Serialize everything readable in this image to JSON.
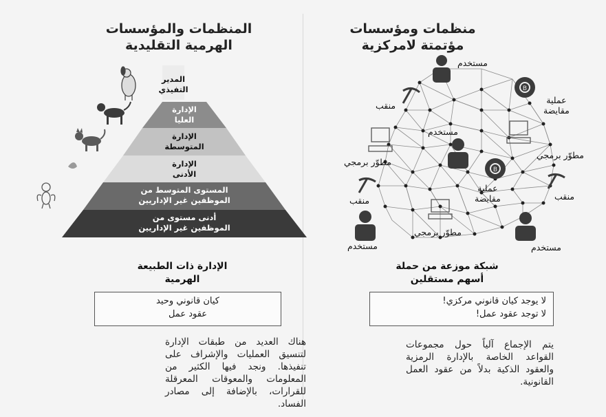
{
  "left": {
    "title": [
      "المنظمات والمؤسسات",
      "الهرمية التقليدية"
    ],
    "pyramid_levels": [
      {
        "label": [
          "المدير",
          "التفيذي"
        ]
      },
      {
        "label": [
          "الإدارة",
          "العليا"
        ]
      },
      {
        "label": [
          "الإدارة",
          "المتوسطة"
        ]
      },
      {
        "label": [
          "الإدارة",
          "الأدنى"
        ]
      },
      {
        "label": [
          "المستوى المتوسط من",
          "الموظفين غير الإداريين"
        ]
      },
      {
        "label": [
          "أدنى مستوى من",
          "الموظفين غير الإداريين"
        ]
      }
    ],
    "caption": [
      "الإدارة ذات الطبيعة",
      "الهرمية"
    ],
    "box": [
      "كيان قانوني وحيد",
      "عقود عمل"
    ],
    "paragraph": "هناك العديد من طبقات الإدارة لتنسيق العمليات والإشراف على تنفيذها. ونجد فيها الكثير من المعلومات والمعوقات المعرقلة للقرارات، بالإضافة إلى مصادر الفساد."
  },
  "right": {
    "title": [
      "منظمات ومؤسسات",
      "مؤتمتة لامركزية"
    ],
    "network_labels": {
      "user": "مستخدم",
      "miner": "منقب",
      "exchange": [
        "عملية",
        "مقايضة"
      ],
      "developer": "مطوّر برمجي"
    },
    "caption": [
      "شبكة موزعة من حملة",
      "أسهم مستقلين"
    ],
    "box": [
      "لا يوجد كيان قانوني مركزي!",
      "لا توجد عقود عمل!"
    ],
    "paragraph": "يتم الإجماع آلياً حول مجموعات القواعد الخاصة بالإدارة الرمزية والعقود الذكية بدلاً من عقود العمل القانونية."
  },
  "colors": {
    "level1": "#ececec",
    "level2": "#8c8c8c",
    "level3": "#c2c2c2",
    "level4": "#dcdcdc",
    "level5": "#6a6a6a",
    "level6": "#3a3a3a",
    "icon": "#3b3b3b",
    "network_line": "#8a8a8a"
  }
}
